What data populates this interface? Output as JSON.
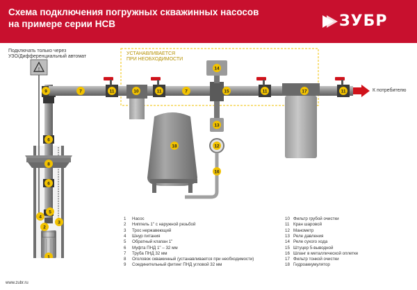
{
  "header": {
    "title_line1": "Схема подключения погружных скважинных насосов",
    "title_line2": "на примере серии НСВ",
    "brand": "ЗУБР",
    "colors": {
      "brand_red": "#c8102e",
      "valve_red": "#d0121b",
      "badge_yellow": "#f2c200",
      "pipe_gray": "#9a9a9a",
      "tank_gray": "#8f8f8f"
    }
  },
  "notes": {
    "uzo_line1": "Подключать только через",
    "uzo_line2": "УЗО/Дифференциальный автомат",
    "optional_line1": "УСТАНАВЛИВАЕТСЯ",
    "optional_line2": "ПРИ НЕОБХОДИМОСТИ",
    "consumer": "К потребителю"
  },
  "badges": [
    "9",
    "7",
    "11",
    "10",
    "11",
    "7",
    "15",
    "11",
    "17",
    "11",
    "14",
    "6",
    "8",
    "6",
    "4",
    "3",
    "2",
    "5",
    "1",
    "18",
    "13",
    "12",
    "16"
  ],
  "legend_left": [
    {
      "n": "1",
      "text": "Насос"
    },
    {
      "n": "2",
      "text": "Ниппель 1\" с наружной резьбой"
    },
    {
      "n": "3",
      "text": "Трос нержавеющий"
    },
    {
      "n": "4",
      "text": "Шнур питания"
    },
    {
      "n": "5",
      "text": "Обратный клапан 1\""
    },
    {
      "n": "6",
      "text": "Муфта ПНД 1\" – 32 мм"
    },
    {
      "n": "7",
      "text": "Труба ПНД 32 мм"
    },
    {
      "n": "8",
      "text": "Оголовок скважинный (устанавливается при необходимости)"
    },
    {
      "n": "9",
      "text": "Соединительный фитинг ПНД угловой 32 мм"
    }
  ],
  "legend_right": [
    {
      "n": "10",
      "text": "Фильтр грубой очистки"
    },
    {
      "n": "11",
      "text": "Кран шаровой"
    },
    {
      "n": "12",
      "text": "Манометр"
    },
    {
      "n": "13",
      "text": "Реле давления"
    },
    {
      "n": "14",
      "text": "Реле сухого хода"
    },
    {
      "n": "15",
      "text": "Штуцер 5-выводной"
    },
    {
      "n": "16",
      "text": "Шланг в металлической оплетке"
    },
    {
      "n": "17",
      "text": "Фильтр тонкой очистки"
    },
    {
      "n": "18",
      "text": "Гидроаккумулятор"
    }
  ],
  "footer": {
    "url": "www.zubr.ru"
  }
}
